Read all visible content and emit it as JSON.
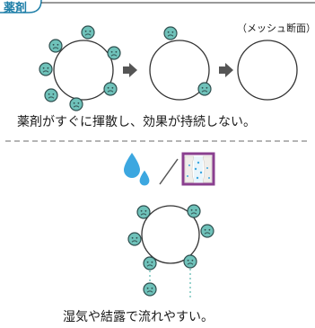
{
  "badge": {
    "label": "薬剤"
  },
  "top": {
    "mesh_note": "（メッシュ断面）",
    "caption": "薬剤がすぐに揮散し、効果が持続しない。"
  },
  "bottom": {
    "caption": "湿気や結露で流れやすい。"
  },
  "colors": {
    "agent_fill": "#6fc2ba",
    "agent_stroke": "#2f4f4f",
    "arrow": "#555555",
    "water_drop": "#3ca7e0",
    "curtain_frame": "#8a3f8f",
    "curtain_fabric": "#f0eeea",
    "badge_border": "#1f7fa8",
    "dashed_line": "#888888"
  },
  "icons": [
    "sad-face-icon",
    "arrow-right-icon",
    "water-drop-icon",
    "curtain-window-icon"
  ]
}
